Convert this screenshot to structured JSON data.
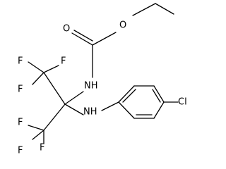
{
  "molecule": {
    "atoms": {
      "o_carbonyl": "O",
      "o_ester": "O",
      "nh_carbamate": "NH",
      "nh_aniline": "NH",
      "f1": "F",
      "f2": "F",
      "f3": "F",
      "f4": "F",
      "f5": "F",
      "f6": "F",
      "cl": "Cl"
    }
  }
}
